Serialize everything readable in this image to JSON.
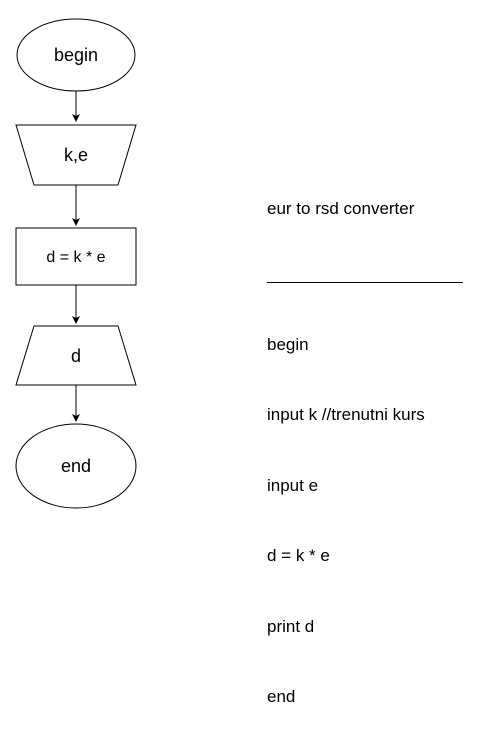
{
  "flowchart": {
    "nodes": [
      {
        "id": "start",
        "shape": "ellipse",
        "label": "begin"
      },
      {
        "id": "input",
        "shape": "trapezoid-inverted",
        "label": "k,e"
      },
      {
        "id": "process",
        "shape": "rectangle",
        "label": "d = k * e"
      },
      {
        "id": "output",
        "shape": "trapezoid",
        "label": "d"
      },
      {
        "id": "stop",
        "shape": "ellipse",
        "label": "end"
      }
    ],
    "edges": [
      {
        "from": "start",
        "to": "input"
      },
      {
        "from": "input",
        "to": "process"
      },
      {
        "from": "process",
        "to": "output"
      },
      {
        "from": "output",
        "to": "stop"
      }
    ]
  },
  "pseudocode": {
    "title": "eur to rsd converter",
    "lines": [
      "begin",
      "input k //trenutni kurs",
      "input e",
      "d = k * e",
      "print d",
      "end"
    ]
  },
  "colors": {
    "stroke": "#000000",
    "fill": "#ffffff",
    "text": "#000000"
  }
}
